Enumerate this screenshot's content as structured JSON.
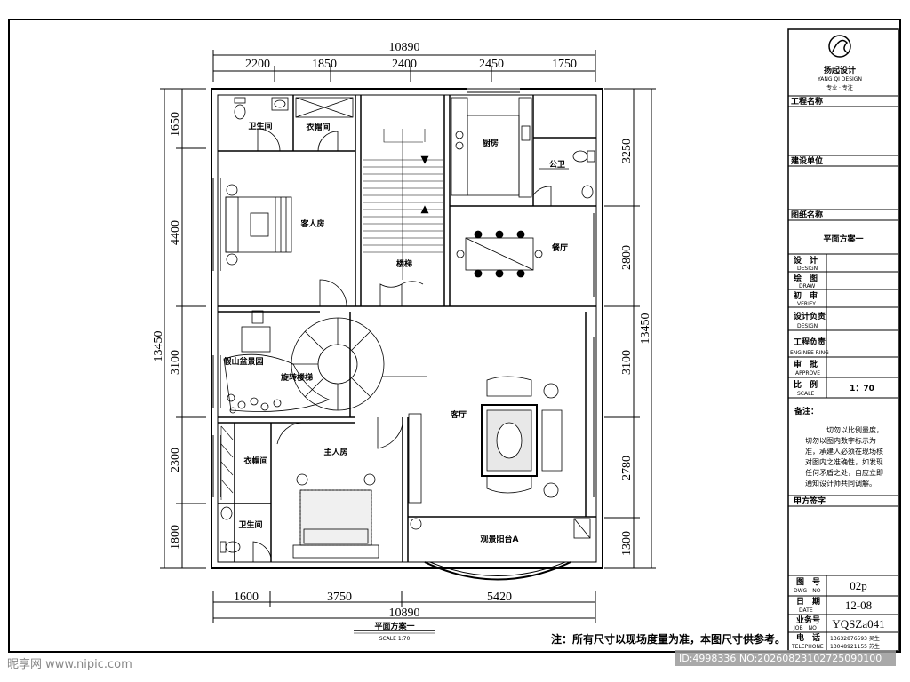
{
  "dimensions": {
    "top_total": "10890",
    "top_segments": [
      "2200",
      "1850",
      "2400",
      "2450",
      "1750"
    ],
    "bottom_segments": [
      "1600",
      "3750",
      "5420"
    ],
    "bottom_total": "10890",
    "left_total": "13450",
    "left_segments": [
      "1650",
      "4400",
      "3100",
      "2300",
      "1800"
    ],
    "right_total": "13450",
    "right_segments": [
      "3250",
      "2800",
      "3100",
      "2780",
      "1300"
    ]
  },
  "rooms": {
    "bathroom_top": "卫生间",
    "closet_top": "衣帽间",
    "guest_room": "客人房",
    "stairs": "楼梯",
    "kitchen": "厨房",
    "public_bath": "公卫",
    "dining": "餐厅",
    "garden": "假山盆景园",
    "spiral_stair": "旋转楼梯",
    "living": "客厅",
    "closet_bottom": "衣帽间",
    "master_room": "主人房",
    "bathroom_bottom": "卫生间",
    "balcony": "观景阳台A"
  },
  "plan_title": "平面方案一",
  "plan_scale": "SCALE 1:70",
  "footnote": "注：所有尺寸以现场度量为准，本图尺寸供参考。",
  "title_block": {
    "logo_text": "扬起设计",
    "logo_sub": "YANG QI DESIGN",
    "logo_tag": "专业 · 专注",
    "project_name_label": "工程名称",
    "client_label": "建设单位",
    "drawing_name_label": "图纸名称",
    "drawing_name": "平面方案一",
    "rows": [
      {
        "zh": "设　计",
        "en": "DESIGN"
      },
      {
        "zh": "绘　图",
        "en": "DRAW"
      },
      {
        "zh": "初　审",
        "en": "VERIFY"
      },
      {
        "zh": "设计负责",
        "en": "DESIGN"
      },
      {
        "zh": "工程负责",
        "en": "ENGINEE RING"
      },
      {
        "zh": "审　批",
        "en": "APPROVE"
      }
    ],
    "scale_label_zh": "比　例",
    "scale_label_en": "SCALE",
    "scale_value": "1：70",
    "remarks_label": "备注：",
    "remarks_lines": [
      "切勿以比例量度，",
      "切勿以图内数字标示为",
      "准，承建人必须在现场核",
      "对图内之准确性，如发现",
      "任何矛盾之处，自应立即",
      "通知设计师共同调解。"
    ],
    "client_sign_label": "甲方签字",
    "dwg_no_label_zh": "图　号",
    "dwg_no_label_en": "DWG　NO",
    "dwg_no": "02p",
    "date_label_zh": "日　期",
    "date_label_en": "DATE",
    "date": "12-08",
    "job_no_label_zh": "业务号",
    "job_no_label_en": "JOB　NO",
    "job_no": "YQSZa041",
    "tel_label_zh": "电　话",
    "tel_label_en": "TELEPHONE",
    "tel_1": "13632876593 吴生",
    "tel_2": "13048921155 苏生"
  },
  "watermark": {
    "left": "昵享网 www.nipic.com",
    "right": "ID:4998336 NO:20260823102725090100"
  }
}
